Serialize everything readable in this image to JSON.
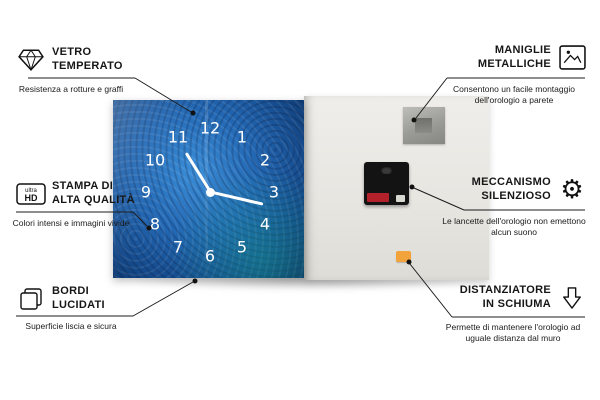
{
  "clock": {
    "numbers": [
      "12",
      "1",
      "2",
      "3",
      "4",
      "5",
      "6",
      "7",
      "8",
      "9",
      "10",
      "11"
    ]
  },
  "icons": {
    "gear_glyph": "⚙",
    "ultra_label": "ultra",
    "hd_label": "HD"
  },
  "callouts": {
    "vetro": {
      "title": "VETRO TEMPERATO",
      "desc": "Resistenza a rotture e graffi"
    },
    "stampa": {
      "title": "STAMPA DI ALTA QUALITÀ",
      "desc": "Colori intensi e immagini vivide"
    },
    "bordi": {
      "title": "BORDI LUCIDATI",
      "desc": "Superficie liscia e sicura"
    },
    "maniglie": {
      "title": "MANIGLIE METALLICHE",
      "desc": "Consentono un facile montaggio dell'orologio a parete"
    },
    "meccanismo": {
      "title": "MECCANISMO SILENZIOSO",
      "desc": "Le lancette dell'orologio non emettono alcun suono"
    },
    "distanziatore": {
      "title": "DISTANZIATORE IN SCHIUMA",
      "desc": "Permette di mantenere l'orologio ad uguale distanza dal muro"
    }
  }
}
